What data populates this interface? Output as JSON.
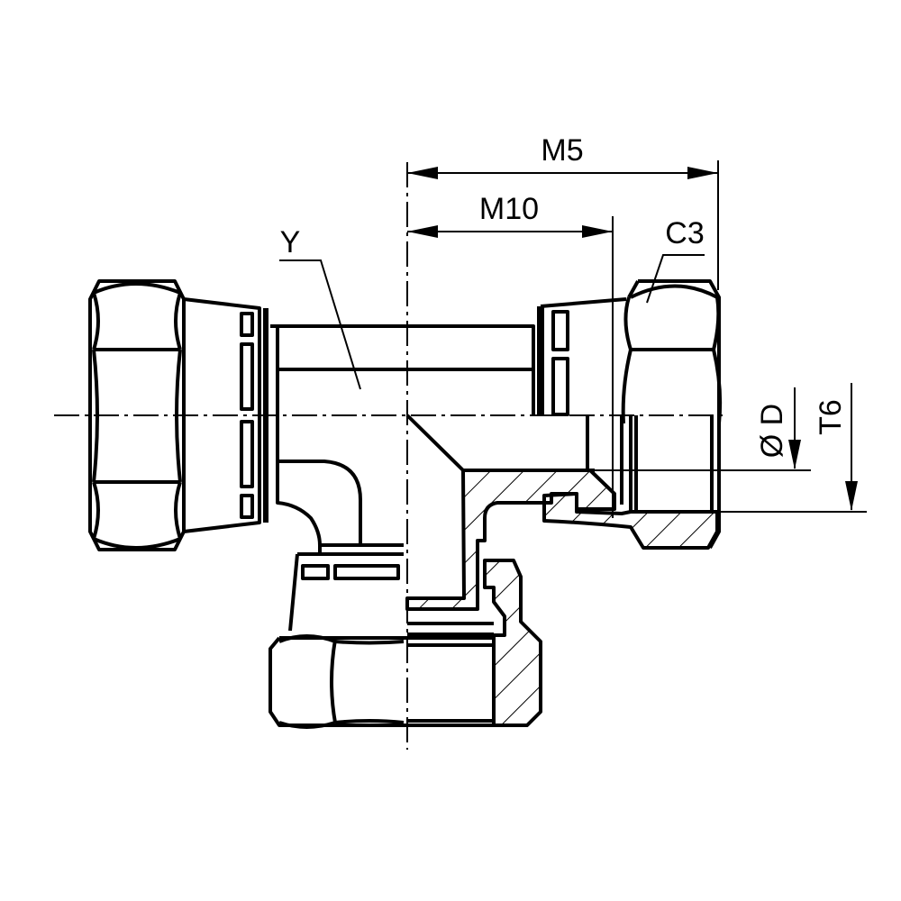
{
  "drawing": {
    "title": "Tee fitting with swivel nuts – dimension drawing",
    "labels": {
      "m5": "M5",
      "m10": "M10",
      "y": "Y",
      "c3": "C3",
      "diameter_d": "Ø D",
      "t6": "T6"
    },
    "colors": {
      "line": "#000000",
      "background": "#ffffff"
    }
  }
}
